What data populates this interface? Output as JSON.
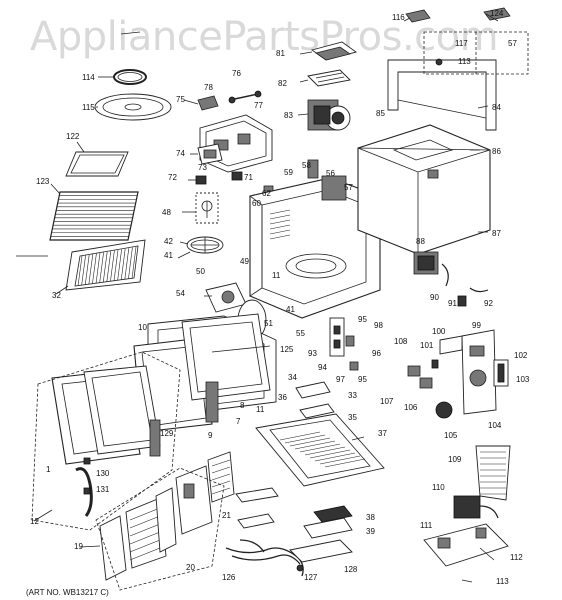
{
  "watermark": "AppliancePartsPros.com",
  "art_number": "(ART NO. WB13217 C)",
  "part_labels": [
    {
      "id": "116",
      "text": "116"
    },
    {
      "id": "124",
      "text": "124"
    },
    {
      "id": "117",
      "text": "117"
    },
    {
      "id": "57a",
      "text": "57"
    },
    {
      "id": "113a",
      "text": "113"
    },
    {
      "id": "81",
      "text": "81"
    },
    {
      "id": "76",
      "text": "76"
    },
    {
      "id": "114",
      "text": "114"
    },
    {
      "id": "78",
      "text": "78"
    },
    {
      "id": "82",
      "text": "82"
    },
    {
      "id": "75",
      "text": "75"
    },
    {
      "id": "77",
      "text": "77"
    },
    {
      "id": "84",
      "text": "84"
    },
    {
      "id": "115",
      "text": "115"
    },
    {
      "id": "83",
      "text": "83"
    },
    {
      "id": "85",
      "text": "85"
    },
    {
      "id": "122",
      "text": "122"
    },
    {
      "id": "74",
      "text": "74"
    },
    {
      "id": "86",
      "text": "86"
    },
    {
      "id": "58",
      "text": "58"
    },
    {
      "id": "72",
      "text": "72"
    },
    {
      "id": "73",
      "text": "73"
    },
    {
      "id": "71",
      "text": "71"
    },
    {
      "id": "59",
      "text": "59"
    },
    {
      "id": "56",
      "text": "56"
    },
    {
      "id": "123",
      "text": "123"
    },
    {
      "id": "62",
      "text": "62"
    },
    {
      "id": "57b",
      "text": "57"
    },
    {
      "id": "48",
      "text": "48"
    },
    {
      "id": "60",
      "text": "60"
    },
    {
      "id": "87",
      "text": "87"
    },
    {
      "id": "42",
      "text": "42"
    },
    {
      "id": "88",
      "text": "88"
    },
    {
      "id": "41a",
      "text": "41"
    },
    {
      "id": "49",
      "text": "49"
    },
    {
      "id": "50",
      "text": "50"
    },
    {
      "id": "11a",
      "text": "11"
    },
    {
      "id": "32",
      "text": "32"
    },
    {
      "id": "90",
      "text": "90"
    },
    {
      "id": "91",
      "text": "91"
    },
    {
      "id": "92",
      "text": "92"
    },
    {
      "id": "54",
      "text": "54"
    },
    {
      "id": "41b",
      "text": "41"
    },
    {
      "id": "51",
      "text": "51"
    },
    {
      "id": "55",
      "text": "55"
    },
    {
      "id": "95a",
      "text": "95"
    },
    {
      "id": "98",
      "text": "98"
    },
    {
      "id": "99",
      "text": "99"
    },
    {
      "id": "10",
      "text": "10"
    },
    {
      "id": "125",
      "text": "125"
    },
    {
      "id": "100",
      "text": "100"
    },
    {
      "id": "108",
      "text": "108"
    },
    {
      "id": "101",
      "text": "101"
    },
    {
      "id": "93",
      "text": "93"
    },
    {
      "id": "102",
      "text": "102"
    },
    {
      "id": "96",
      "text": "96"
    },
    {
      "id": "94",
      "text": "94"
    },
    {
      "id": "97",
      "text": "97"
    },
    {
      "id": "95b",
      "text": "95"
    },
    {
      "id": "34",
      "text": "34"
    },
    {
      "id": "103",
      "text": "103"
    },
    {
      "id": "107",
      "text": "107"
    },
    {
      "id": "33",
      "text": "33"
    },
    {
      "id": "106",
      "text": "106"
    },
    {
      "id": "36",
      "text": "36"
    },
    {
      "id": "8",
      "text": "8"
    },
    {
      "id": "11b",
      "text": "11"
    },
    {
      "id": "35",
      "text": "35"
    },
    {
      "id": "104",
      "text": "104"
    },
    {
      "id": "7",
      "text": "7"
    },
    {
      "id": "129",
      "text": "129"
    },
    {
      "id": "9",
      "text": "9"
    },
    {
      "id": "105",
      "text": "105"
    },
    {
      "id": "37",
      "text": "37"
    },
    {
      "id": "109",
      "text": "109"
    },
    {
      "id": "1",
      "text": "1"
    },
    {
      "id": "130",
      "text": "130"
    },
    {
      "id": "110",
      "text": "110"
    },
    {
      "id": "131",
      "text": "131"
    },
    {
      "id": "21",
      "text": "21"
    },
    {
      "id": "38",
      "text": "38"
    },
    {
      "id": "12",
      "text": "12"
    },
    {
      "id": "111",
      "text": "111"
    },
    {
      "id": "39",
      "text": "39"
    },
    {
      "id": "19",
      "text": "19"
    },
    {
      "id": "112",
      "text": "112"
    },
    {
      "id": "20",
      "text": "20"
    },
    {
      "id": "126",
      "text": "126"
    },
    {
      "id": "127",
      "text": "127"
    },
    {
      "id": "128",
      "text": "128"
    },
    {
      "id": "113b",
      "text": "113"
    }
  ]
}
